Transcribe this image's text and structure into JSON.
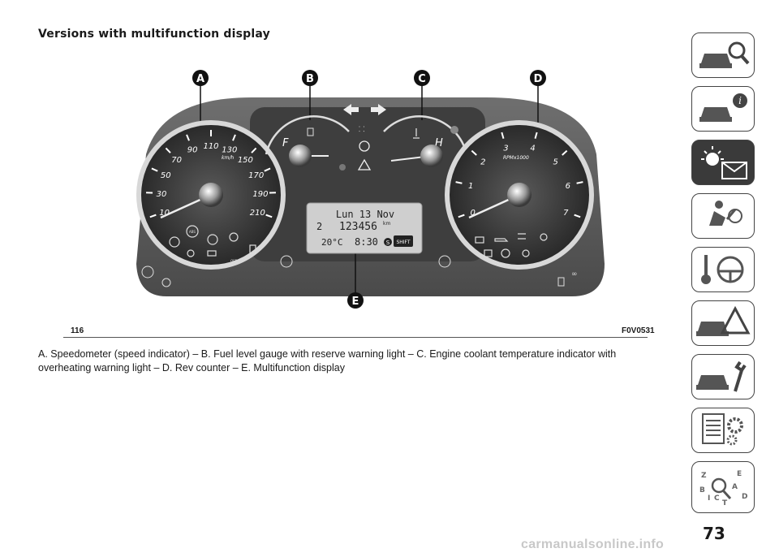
{
  "heading": "Versions with multifunction display",
  "figure": {
    "number": "116",
    "code": "F0V0531",
    "callouts": [
      "A",
      "B",
      "C",
      "D",
      "E"
    ],
    "speedometer": {
      "unit": "km/h",
      "ticks": [
        "10",
        "30",
        "50",
        "70",
        "90",
        "110",
        "130",
        "150",
        "170",
        "190",
        "210"
      ]
    },
    "fuel_gauge": {
      "full": "F"
    },
    "temp_gauge": {
      "hot": "H"
    },
    "rev_counter": {
      "unit": "RPMx1000",
      "ticks": [
        "0",
        "1",
        "2",
        "3",
        "4",
        "5",
        "6",
        "7"
      ]
    },
    "display": {
      "date": "Lun 13 Nov",
      "trip": "2",
      "odometer": "123456",
      "odo_unit": "km",
      "temperature": "20°C",
      "time": "8:30",
      "gear_badge": "S",
      "shift_label": "SHIFT"
    },
    "warning_labels": {
      "abs": "ABS",
      "esp_off": "OFF"
    }
  },
  "caption": "A. Speedometer (speed indicator) – B. Fuel level gauge with reserve warning light – C. Engine coolant temperature indicator with overheating warning light – D. Rev counter – E. Multifunction display",
  "sidebar": {
    "tabs": [
      {
        "icon": "car-magnifier-icon"
      },
      {
        "icon": "car-info-icon"
      },
      {
        "icon": "warning-light-envelope-icon",
        "active": true
      },
      {
        "icon": "seat-airbag-icon"
      },
      {
        "icon": "key-steering-wheel-icon"
      },
      {
        "icon": "car-warning-triangle-icon"
      },
      {
        "icon": "car-wrench-icon"
      },
      {
        "icon": "spec-sheet-gears-icon"
      },
      {
        "icon": "index-magnifier-icon",
        "letters": [
          "Z",
          "E",
          "A",
          "B",
          "C",
          "D",
          "I",
          "T"
        ]
      }
    ]
  },
  "page_number": "73",
  "watermark": "carmanualsonline.info"
}
